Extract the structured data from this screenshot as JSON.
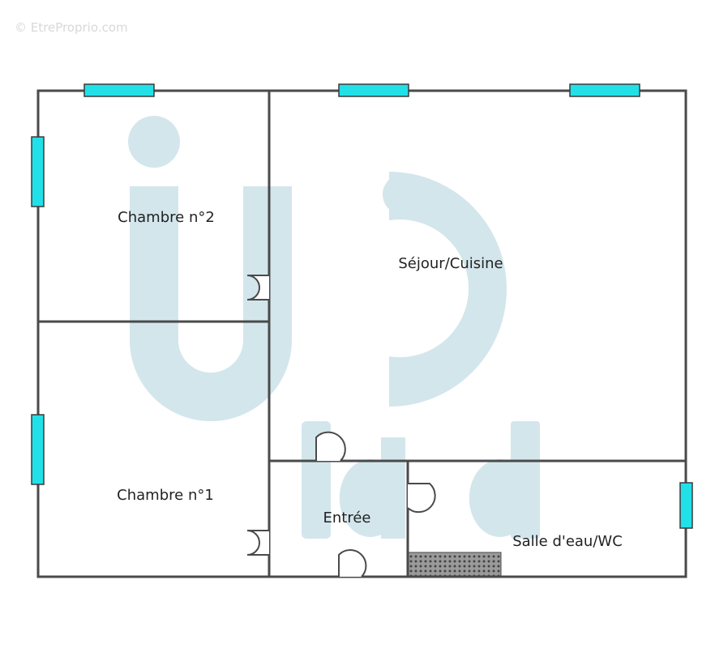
{
  "copyright": "© EtreProprio.com",
  "rooms": {
    "chambre2": "Chambre n°2",
    "sejour": "Séjour/Cuisine",
    "chambre1": "Chambre n°1",
    "entree": "Entrée",
    "salle": "Salle d'eau/WC"
  },
  "colors": {
    "wall": "#4a4a4a",
    "window": "#22e0e8",
    "watermark": "#d3e6ec"
  }
}
